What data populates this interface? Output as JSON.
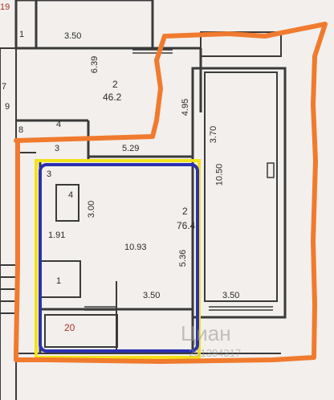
{
  "plan": {
    "labels": {
      "top_left_num": "19",
      "room_1_top": "1",
      "dim_top": "3.50",
      "dim_639": "6.39",
      "room_main_top_num": "2",
      "room_main_top_area": "46.2",
      "dim_495": "4.95",
      "dim_370": "3.70",
      "side_7": "7",
      "side_9": "9",
      "side_8": "8",
      "room_4_top": "4",
      "room_3_top": "3",
      "dim_529": "5.29",
      "dim_1050": "10.50",
      "room_3_left": "3",
      "room_4_left": "4",
      "dim_300": "3.00",
      "room_main_num": "2",
      "room_main_area": "76.4",
      "dim_191": "1.91",
      "dim_1093": "10.93",
      "dim_536": "5.36",
      "room_1_bottom": "1",
      "dim_350_bottom": "3.50",
      "dim_350_right": "3.50",
      "room_20": "20",
      "watermark": "Циан",
      "watermark_id": "251394317"
    },
    "colors": {
      "wall": "#3a3a3a",
      "outline_orange": "#f07a2e",
      "outline_yellow": "#f2e21a",
      "outline_blue": "#2c2fb0",
      "background": "#f2efec"
    }
  }
}
